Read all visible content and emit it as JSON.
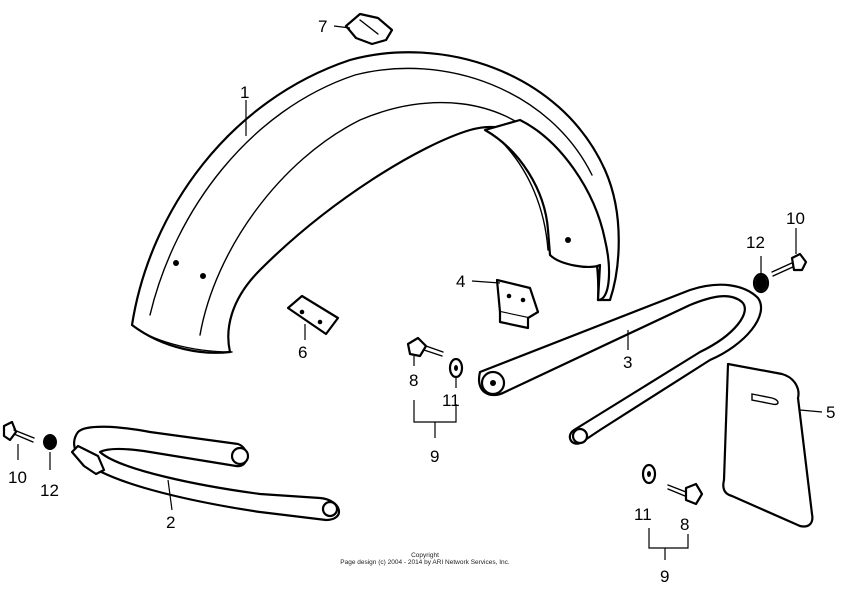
{
  "diagram": {
    "callouts": {
      "fender": "1",
      "lower_stay": "2",
      "upper_stay": "3",
      "center_bracket": "4",
      "mud_flap": "5",
      "side_bracket": "6",
      "clip": "7",
      "bolt_left": "8",
      "washer_left": "11",
      "set_left": "9",
      "bolt_right": "8",
      "washer_right": "11",
      "set_right": "9",
      "bolt_small_right": "10",
      "cap_right": "12",
      "bolt_small_left": "10",
      "cap_left": "12"
    },
    "copyright_title": "Copyright",
    "copyright_text": "Page design (c) 2004 - 2014 by ARI Network Services, Inc."
  }
}
